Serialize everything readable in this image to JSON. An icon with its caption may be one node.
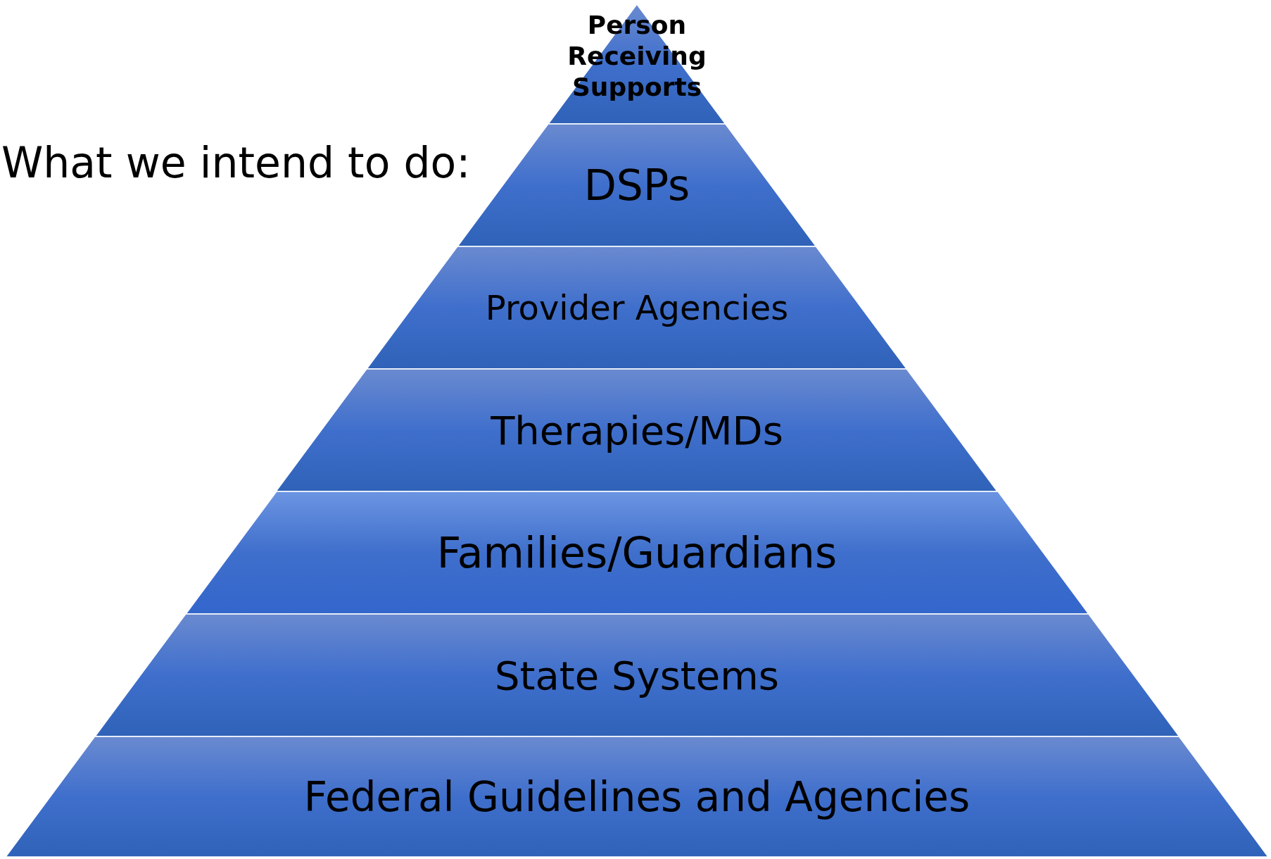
{
  "diagram": {
    "title": "What we intend to do:",
    "nodes": [
      {
        "text": [
          "Person Receiving Supports"
        ]
      },
      {
        "text": [
          "DSPs"
        ]
      },
      {
        "text": [
          "Provider Agencies"
        ]
      },
      {
        "text": [
          "Therapies/MDs"
        ]
      },
      {
        "text": [
          "Families/Guardians"
        ]
      },
      {
        "text": [
          "State Systems"
        ]
      },
      {
        "text": [
          "Federal Guidelines and Agencies"
        ]
      }
    ]
  }
}
